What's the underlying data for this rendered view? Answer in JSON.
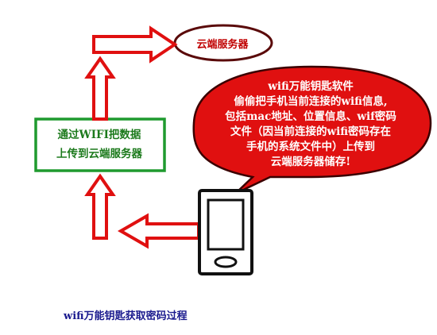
{
  "cloud": {
    "label": "云端服务器"
  },
  "bubble": {
    "lines": [
      "wifi万能钥匙软件",
      "偷偷把手机当前连接的wifi信息,",
      "包括mac地址、位置信息、wif密码",
      "文件（因当前连接的wifi密码存在",
      "手机的系统文件中）上传到",
      "云端服务器储存!"
    ]
  },
  "upload": {
    "lines": [
      "通过WIFI把数据",
      "上传到云端服务器"
    ]
  },
  "caption": "wifi万能钥匙获取密码过程",
  "colors": {
    "arrow": "#e01010",
    "bubble_fill": "#e01010",
    "cloud_border": "#5a0a0a",
    "box_border": "#1f9a2f",
    "caption": "#1a1a8e"
  },
  "icons": {
    "phone": "smartphone-icon"
  }
}
